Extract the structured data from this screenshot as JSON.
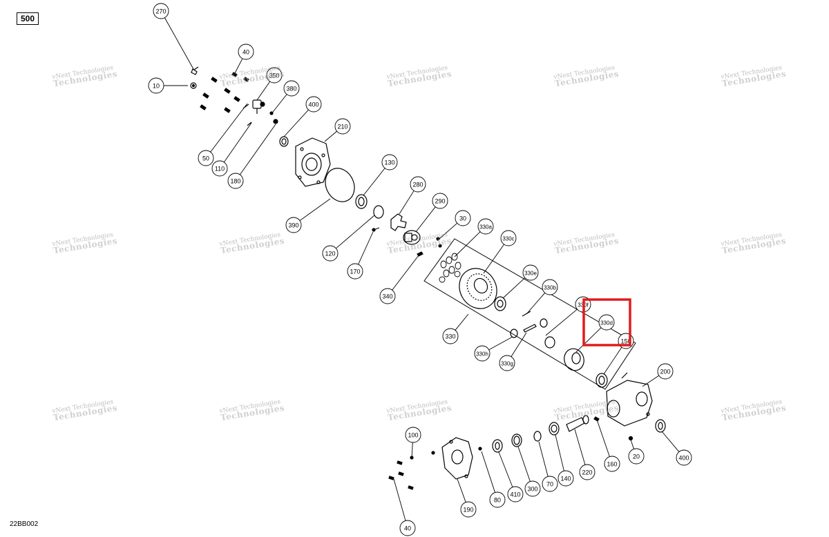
{
  "page_label": "500",
  "drawing_code": "22BB002",
  "watermark": {
    "line1": "vNext Technologies",
    "line2": "Technologies"
  },
  "callouts": [
    {
      "id": "c270",
      "label": "270"
    },
    {
      "id": "c40a",
      "label": "40"
    },
    {
      "id": "c10",
      "label": "10"
    },
    {
      "id": "c350",
      "label": "350"
    },
    {
      "id": "c380",
      "label": "380"
    },
    {
      "id": "c400a",
      "label": "400"
    },
    {
      "id": "c210",
      "label": "210"
    },
    {
      "id": "c50",
      "label": "50"
    },
    {
      "id": "c110",
      "label": "110"
    },
    {
      "id": "c180",
      "label": "180"
    },
    {
      "id": "c390",
      "label": "390"
    },
    {
      "id": "c130",
      "label": "130"
    },
    {
      "id": "c280",
      "label": "280"
    },
    {
      "id": "c290",
      "label": "290"
    },
    {
      "id": "c30",
      "label": "30"
    },
    {
      "id": "c120",
      "label": "120"
    },
    {
      "id": "c170",
      "label": "170"
    },
    {
      "id": "c340",
      "label": "340"
    },
    {
      "id": "c330a",
      "label": "330a"
    },
    {
      "id": "c330c",
      "label": "330c"
    },
    {
      "id": "c330e",
      "label": "330e"
    },
    {
      "id": "c330b",
      "label": "330b"
    },
    {
      "id": "c330f",
      "label": "330f"
    },
    {
      "id": "c330d",
      "label": "330d"
    },
    {
      "id": "c150",
      "label": "150"
    },
    {
      "id": "c330",
      "label": "330"
    },
    {
      "id": "c330h",
      "label": "330h"
    },
    {
      "id": "c330g",
      "label": "330g"
    },
    {
      "id": "c200",
      "label": "200"
    },
    {
      "id": "c400b",
      "label": "400"
    },
    {
      "id": "c20",
      "label": "20"
    },
    {
      "id": "c160",
      "label": "160"
    },
    {
      "id": "c220",
      "label": "220"
    },
    {
      "id": "c140",
      "label": "140"
    },
    {
      "id": "c70",
      "label": "70"
    },
    {
      "id": "c300",
      "label": "300"
    },
    {
      "id": "c410",
      "label": "410"
    },
    {
      "id": "c80",
      "label": "80"
    },
    {
      "id": "c190",
      "label": "190"
    },
    {
      "id": "c100",
      "label": "100"
    },
    {
      "id": "c40b",
      "label": "40"
    }
  ],
  "highlight": {
    "color": "#e01b1b",
    "target": "330d"
  }
}
